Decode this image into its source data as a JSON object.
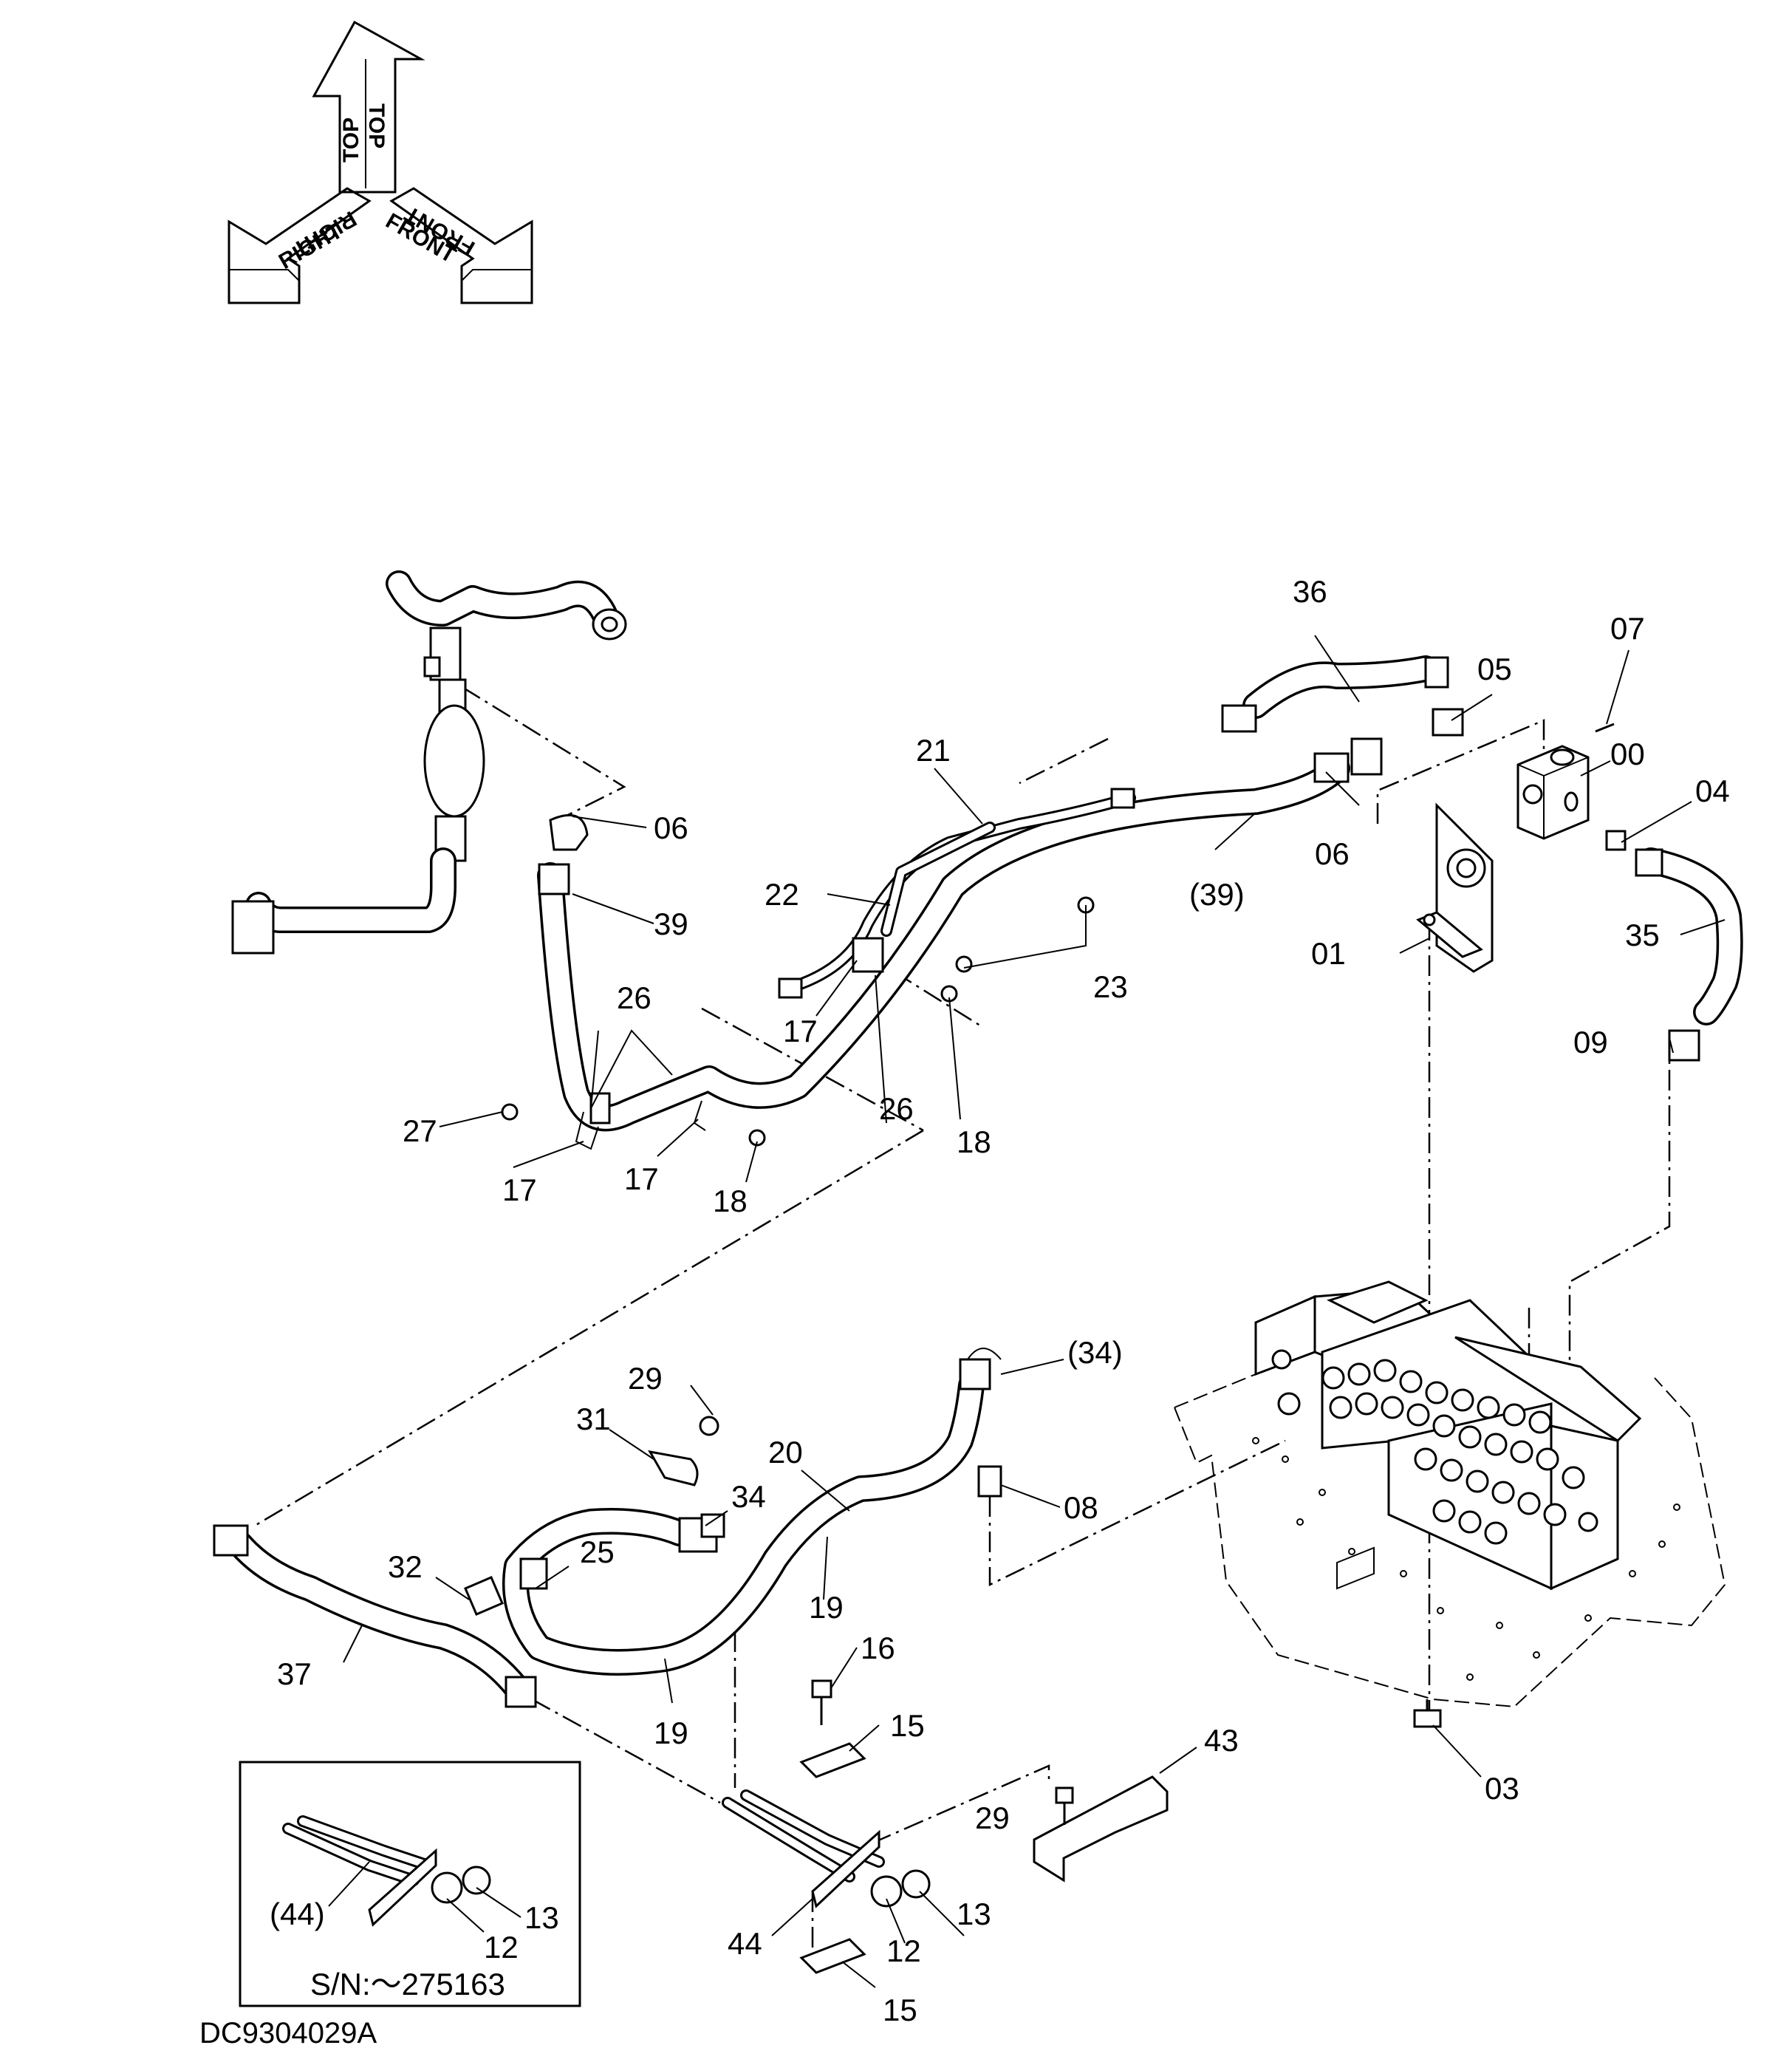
{
  "drawing_code": "DC9304029A",
  "serial_note": "S/N:～275163",
  "orientation": {
    "top": "TOP",
    "right": "RIGHT",
    "front": "FRONT"
  },
  "callouts": {
    "c36": "36",
    "c07": "07",
    "c05": "05",
    "c00": "00",
    "c04": "04",
    "c21": "21",
    "c06a": "06",
    "c06b": "06",
    "c39a": "(39)",
    "c39b": "39",
    "c35": "35",
    "c22": "22",
    "c01": "01",
    "c23": "23",
    "c09": "09",
    "c26a": "26",
    "c26b": "26",
    "c17a": "17",
    "c17b": "17",
    "c17c": "17",
    "c18a": "18",
    "c18b": "18",
    "c27": "27",
    "c34a": "(34)",
    "c34b": "34",
    "c29a": "29",
    "c29b": "29",
    "c31": "31",
    "c20": "20",
    "c08": "08",
    "c25": "25",
    "c32": "32",
    "c19a": "19",
    "c19b": "19",
    "c37": "37",
    "c16": "16",
    "c15a": "15",
    "c15b": "15",
    "c43": "43",
    "c03": "03",
    "c44a": "(44)",
    "c44b": "44",
    "c13a": "13",
    "c13b": "13",
    "c12a": "12",
    "c12b": "12"
  }
}
